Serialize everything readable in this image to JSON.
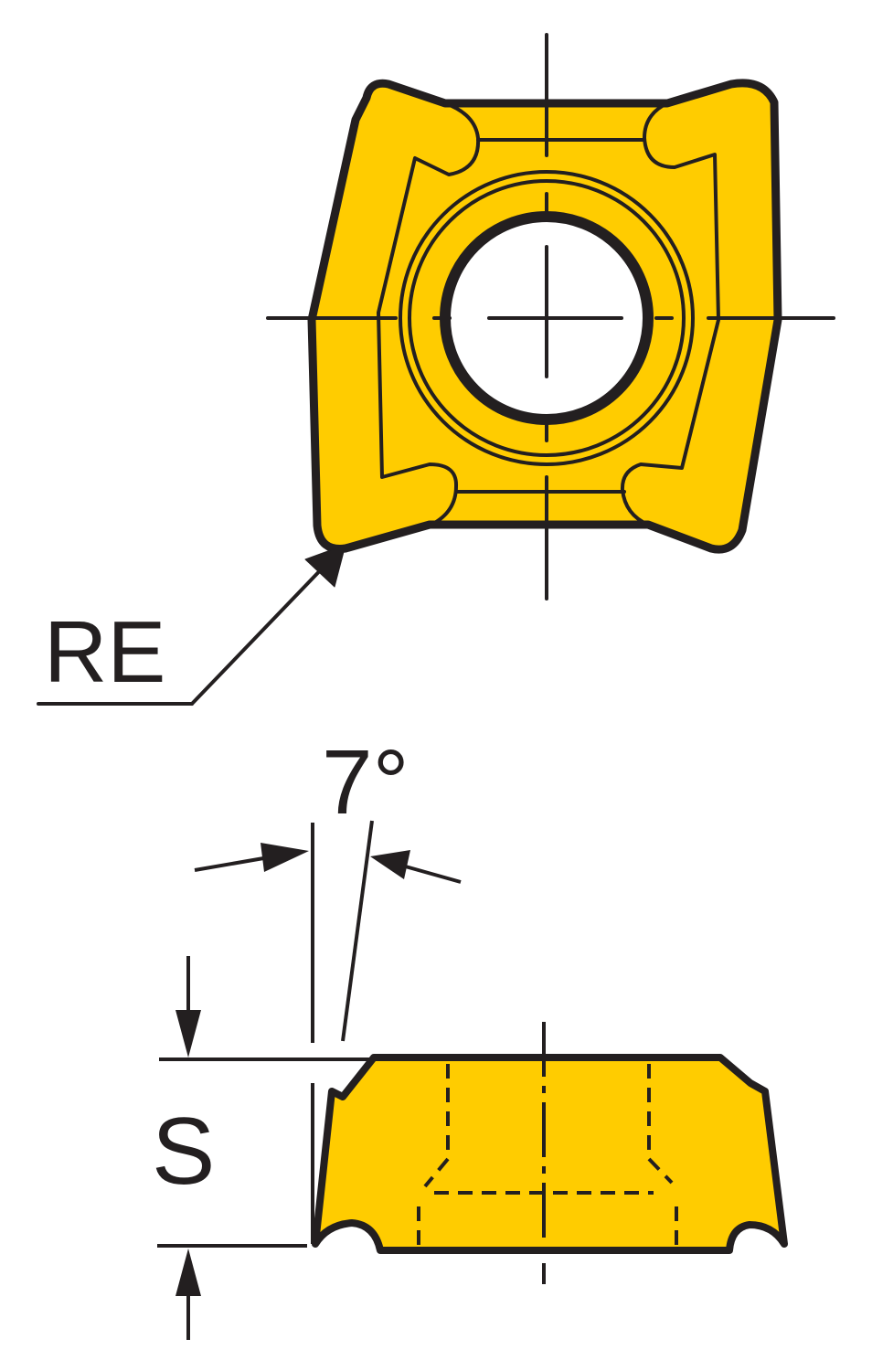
{
  "diagram": {
    "labels": {
      "corner_radius": "RE",
      "clearance_angle": "7°",
      "thickness": "S"
    },
    "colors": {
      "insert_fill": "#FFCC00",
      "outline": "#231F20",
      "background": "#FFFFFF"
    },
    "views": [
      "top-view",
      "side-view"
    ]
  }
}
